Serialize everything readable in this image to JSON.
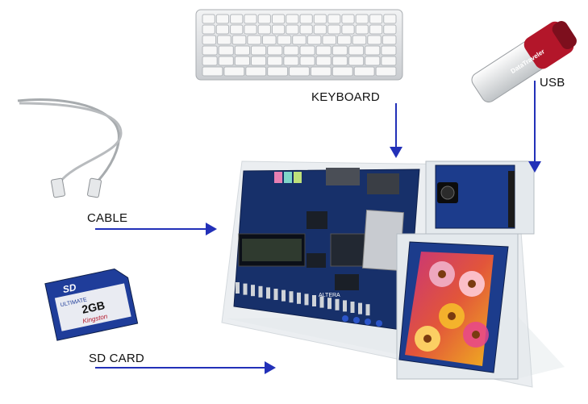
{
  "labels": {
    "keyboard": "KEYBOARD",
    "usb": "USB",
    "cable": "CABLE",
    "sd_card": "SD CARD"
  },
  "device_text": {
    "usb_brand": "DataTraveler",
    "sd_logo": "SD",
    "sd_line": "ULTIMATE",
    "sd_capacity": "2GB",
    "sd_brand": "Kingston",
    "board_brand": "ALTERA"
  },
  "colors": {
    "arrow": "#2230b8",
    "board": "#17306a",
    "board_dark": "#0e1f4a",
    "acrylic": "#d6dde2",
    "keyboard_key": "#f7f7f7",
    "usb_red": "#b3162a",
    "cable_gray": "#a7abae",
    "sd_blue": "#1f3d9a"
  },
  "icons": [
    "keyboard-icon",
    "usb-drive-icon",
    "ethernet-cable-icon",
    "sd-card-icon",
    "fpga-board-icon",
    "camera-module-icon",
    "lcd-touch-panel-icon"
  ]
}
